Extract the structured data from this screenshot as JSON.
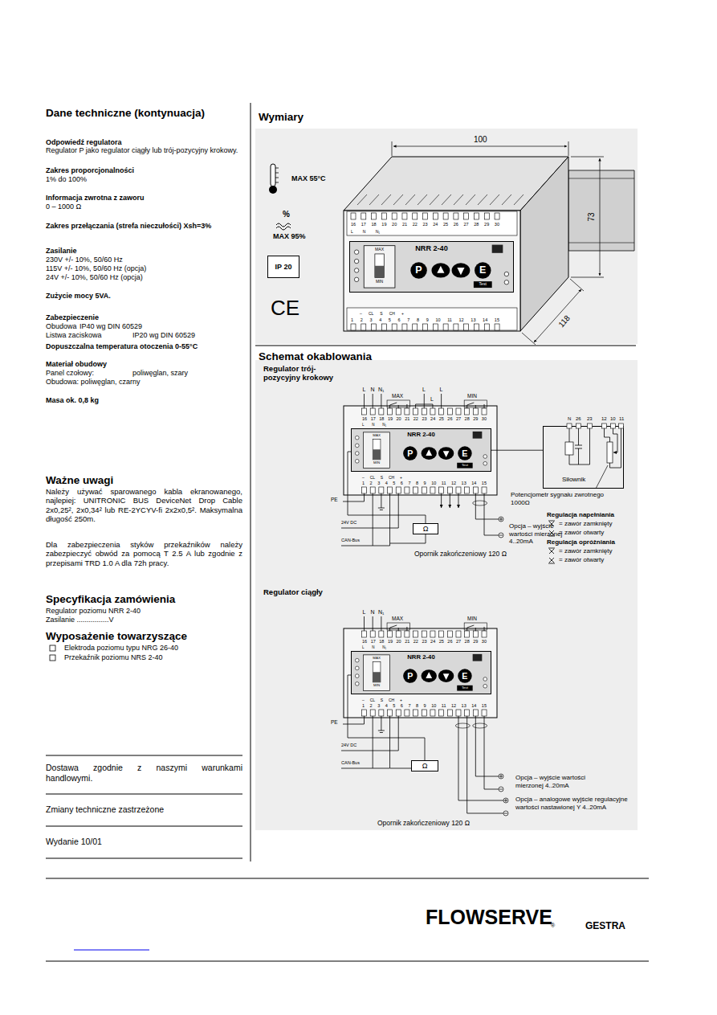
{
  "diagram": {
    "nodes": [
      {
        "text": [
          "IP 20"
        ]
      },
      {
        "text": [
          "NRR 2-40",
          "MAX",
          "MIN",
          "P",
          "E",
          "Test"
        ]
      },
      {
        "text": [
          "NRR 2-40",
          "MAX",
          "MIN",
          "P",
          "E",
          "Test"
        ]
      },
      {
        "text": [
          "Siłownik"
        ]
      },
      {
        "text": [
          "Ω"
        ]
      },
      {
        "text": [
          "NRR 2-40",
          "MAX",
          "MIN",
          "P",
          "E",
          "Test"
        ]
      },
      {
        "text": [
          "Ω"
        ]
      }
    ],
    "edges": [
      {
        "from": 2,
        "to": 3,
        "arrow": "none"
      },
      {
        "from": 4,
        "to": 2,
        "arrow": "none"
      },
      {
        "from": 6,
        "to": 5,
        "arrow": "none"
      }
    ],
    "labels": [
      "Dane techniczne (kontynuacja)",
      "Odpowiedź regulatora",
      "Regulator P jako regulator ciągły lub trój-pozycyjny krokowy.",
      "Zakres proporcjonalności",
      "1% do 100%",
      "Informacja zwrotna z zaworu",
      "0 – 1000 Ω",
      "Zakres przełączania (strefa nieczułości) Xsh=3%",
      "Zasilanie",
      "230V +/- 10%, 50/60 Hz",
      "115V +/- 10%, 50/60 Hz (opcja)",
      "24V +/- 10%, 50/60 Hz (opcja)",
      "Zużycie mocy 5VA.",
      "Zabezpieczenie",
      "Obudowa",
      "IP40 wg DIN 60529",
      "Listwa zaciskowa",
      "IP20 wg DIN 60529",
      "Dopuszczalna temperatura otoczenia 0-55°C",
      "Materiał obudowy",
      "Panel czołowy:",
      "poliwęglan, szary",
      "Obudowa: poliwęglan, czarny",
      "Masa ok. 0,8 kg",
      "Ważne uwagi",
      "Należy używać sparowanego kabla ekranowanego, najlepiej: UNITRONIC BUS DeviceNet Drop Cable 2x0,25², 2x0,34² lub RE-2YCYV-fi 2x2x0,5². Maksymalna długość 250m.",
      "Dla zabezpieczenia styków przekaźników należy zabezpieczyć obwód za pomocą T 2.5 A lub zgodnie z przepisami TRD 1.0 A dla 72h pracy.",
      "Specyfikacja zamówienia",
      "Regulator poziomu NRR 2-40",
      "Zasilanie ................V",
      "Wyposażenie towarzyszące",
      "Elektroda poziomu typu NRG 26-40",
      "Przekaźnik poziomu NRS 2-40",
      "Dostawa zgodnie z naszymi warunkami handlowymi.",
      "Zmiany techniczne zastrzeżone",
      "Wydanie 10/01",
      "Wymiary",
      "100",
      "73",
      "118",
      "MAX 55°C",
      "%",
      "MAX 95%",
      "16 17 18 19 20 21 22 23 24 25 26 27 28 29 30",
      "L N N₁",
      "– CL S CH +",
      "1 2 3 4 5 6 7 8 9 10 11 12 13 14 15",
      "Schemat okablowania",
      "Regulator trój-pozycyjny krokowy",
      "L",
      "N",
      "N₁",
      "L",
      "L",
      "L",
      "MAX",
      "MIN",
      "16 17 18 19 20 21 22 23 24 25 26 27 28 29 30",
      "L N N₁",
      "– CL S CH +",
      "1 2 3 4 5 6 7 8 9 10 11 12 13 14 15",
      "PE",
      "24V DC",
      "CAN-Bus",
      "Opcja – wyjście wartości mierzonej 4..20mA",
      "Opornik zakończeniowy 120 Ω",
      "N",
      "26",
      "23",
      "12",
      "10",
      "11",
      "Potencjometr sygnału zwrotnego 1000Ω",
      "Regulacja napełniania",
      "= zawór zamknięty",
      "= zawór otwarty",
      "Regulacja opróżniania",
      "= zawór zamknięty",
      "= zawór otwarty",
      "Regulator ciągły",
      "L",
      "N",
      "N₁",
      "MAX",
      "MIN",
      "16 17 18 19 20 21 22 23 24 25 26 27 28 29 30",
      "L N N₁",
      "– CL S CH +",
      "1 2 3 4 5 6 7 8 9 10 11 12 13 14 15",
      "PE",
      "24V DC",
      "CAN-Bus",
      "Opcja – wyjście wartości mierzonej 4..20mA",
      "Opcja – analogowe wyjście regulacyjne wartości nastawionej Y 4..20mA",
      "Opornik zakończeniowy 120 Ω",
      "FLOWSERVE",
      "®",
      "GESTRA",
      "CE"
    ]
  }
}
